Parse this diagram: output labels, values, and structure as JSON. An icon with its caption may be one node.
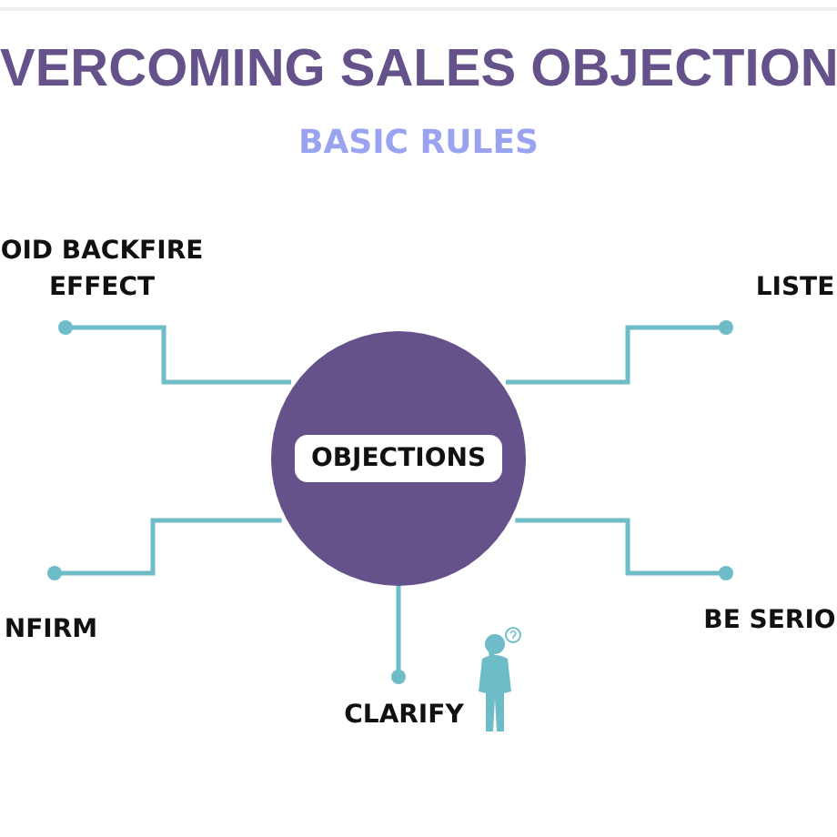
{
  "diagram": {
    "title": "VERCOMING SALES OBJECTION",
    "nodes": [
      {
        "text": [
          "OBJECTIONS"
        ]
      },
      {
        "text": [
          "OID BACKFIRE EFFECT"
        ]
      },
      {
        "text": [
          "LISTE"
        ]
      },
      {
        "text": [
          "NFIRM"
        ]
      },
      {
        "text": [
          "BE SERIO"
        ]
      },
      {
        "text": [
          "CLARIFY"
        ]
      }
    ],
    "edges": [
      {
        "from": 0,
        "to": 1,
        "arrow": "other"
      },
      {
        "from": 0,
        "to": 2,
        "arrow": "other"
      },
      {
        "from": 0,
        "to": 3,
        "arrow": "other"
      },
      {
        "from": 0,
        "to": 4,
        "arrow": "other"
      },
      {
        "from": 0,
        "to": 5,
        "arrow": "other"
      }
    ],
    "labels": [
      "BASIC RULES"
    ]
  }
}
